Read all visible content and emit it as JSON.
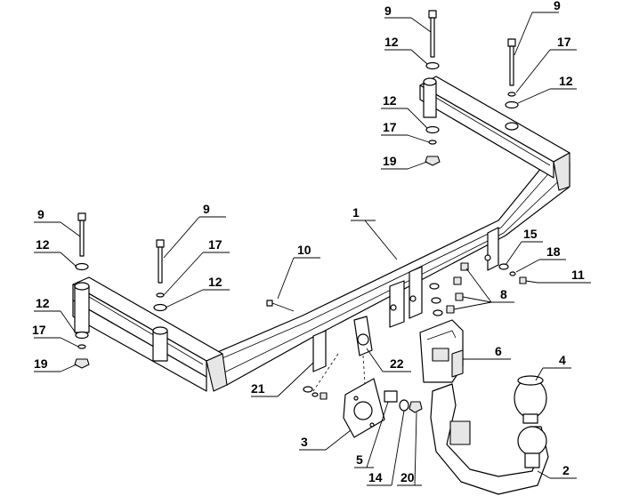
{
  "labels": {
    "l1": "1",
    "l2": "2",
    "l3": "3",
    "l4": "4",
    "l5": "5",
    "l6": "6",
    "l8": "8",
    "l9a": "9",
    "l9b": "9",
    "l9c": "9",
    "l9d": "9",
    "l10": "10",
    "l11": "11",
    "l12a": "12",
    "l12b": "12",
    "l12c": "12",
    "l12d": "12",
    "l12e": "12",
    "l12f": "12",
    "l14": "14",
    "l15": "15",
    "l17a": "17",
    "l17b": "17",
    "l17c": "17",
    "l17d": "17",
    "l18": "18",
    "l19a": "19",
    "l19b": "19",
    "l20": "20",
    "l21": "21",
    "l22": "22"
  }
}
